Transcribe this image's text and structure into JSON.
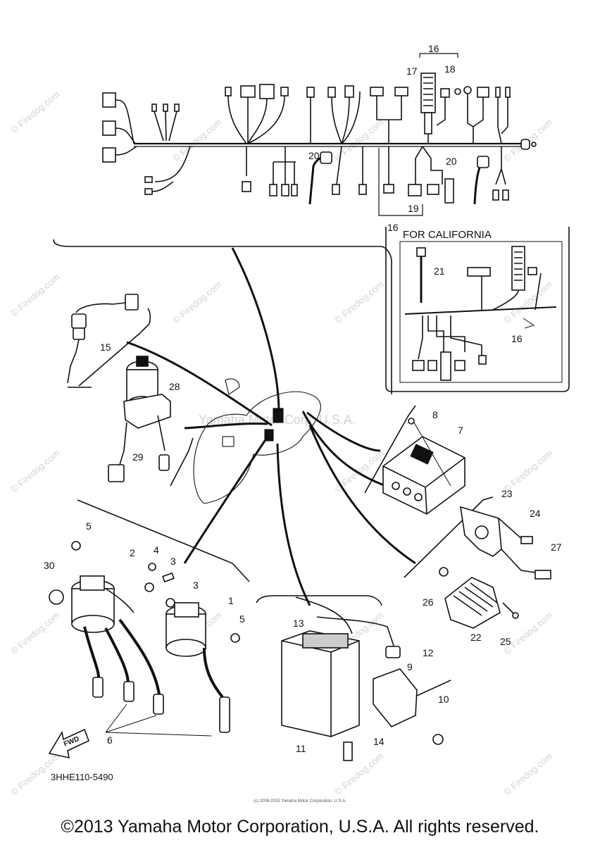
{
  "header": {
    "california_label": "FOR CALIFORNIA",
    "part_code": "3HHE110-5490"
  },
  "watermark": {
    "center_text": "Yamaha Motor Corp, U.S.A.",
    "site_text": "© Firedog.com"
  },
  "footer": {
    "tiny_credit": "(c) 2008-2015 Yamaha Motor Corporation, U.S.A.",
    "copyright": "©2013 Yamaha Motor Corporation, U.S.A. All rights reserved."
  },
  "callouts": {
    "c1": "1",
    "c2": "2",
    "c3a": "3",
    "c3b": "3",
    "c4": "4",
    "c5a": "5",
    "c5b": "5",
    "c6": "6",
    "c7": "7",
    "c8": "8",
    "c9": "9",
    "c10": "10",
    "c11": "11",
    "c12": "12",
    "c13": "13",
    "c14": "14",
    "c15": "15",
    "c16a": "16",
    "c16b": "16",
    "c16c": "16",
    "c17": "17",
    "c18": "18",
    "c19": "19",
    "c20a": "20",
    "c20b": "20",
    "c21": "21",
    "c22": "22",
    "c23": "23",
    "c24": "24",
    "c25": "25",
    "c26": "26",
    "c27": "27",
    "c28": "28",
    "c29": "29",
    "c30": "30"
  },
  "fwd_label": "FWD"
}
